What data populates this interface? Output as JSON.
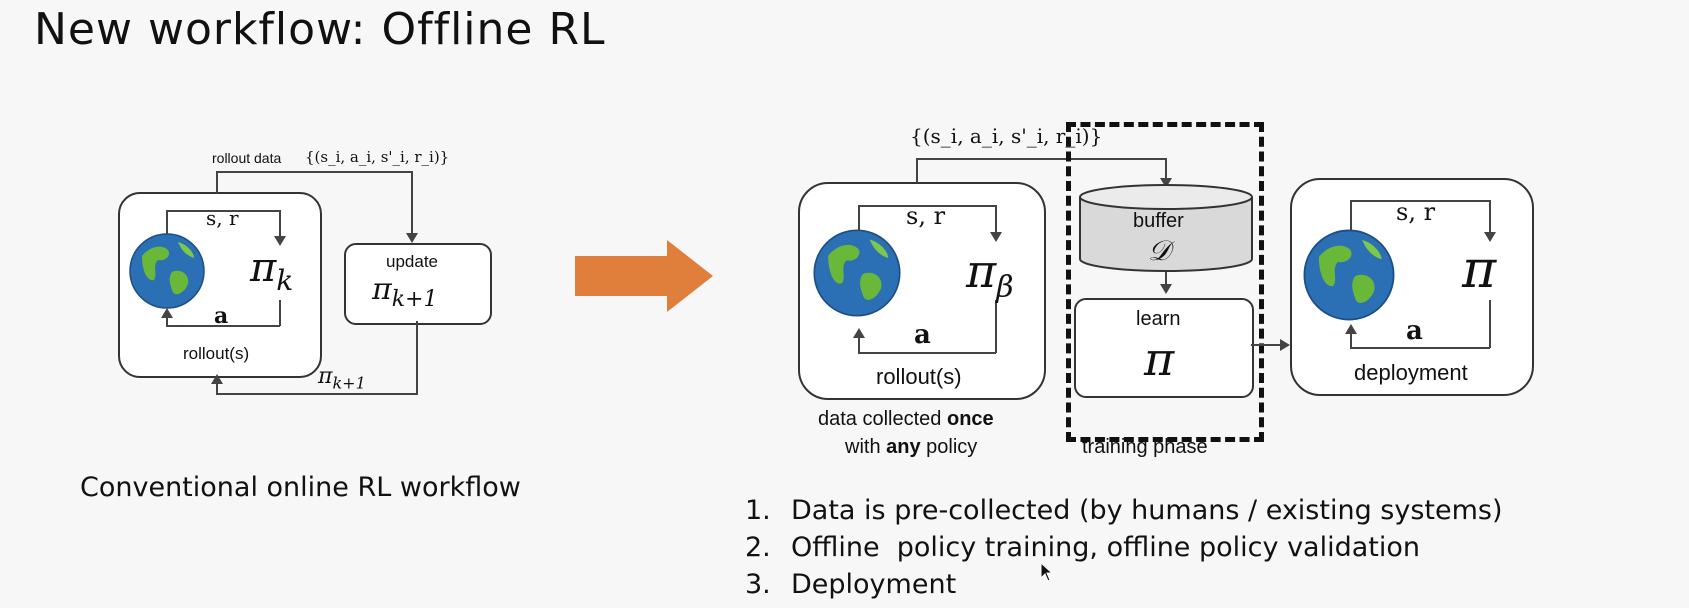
{
  "slide": {
    "title": "New workflow: Offline RL"
  },
  "left_diagram": {
    "rollout_data_label": "rollout data",
    "rollout_data_set": "{(s_i, a_i, s'_i, r_i)}",
    "state_reward": "s, r",
    "policy": "π",
    "policy_sub": "k",
    "action": "a",
    "rollout_label": "rollout(s)",
    "update_label": "update",
    "update_policy": "π",
    "update_policy_sub": "k+1",
    "feedback_policy": "π",
    "feedback_policy_sub": "k+1",
    "caption": "Conventional online RL workflow"
  },
  "right_diagram": {
    "data_set": "{(s_i, a_i, s'_i, r_i)}",
    "state_reward": "s, r",
    "behavior_policy": "π",
    "behavior_policy_sub": "β",
    "action": "a",
    "rollout_label": "rollout(s)",
    "collected_line1_pre": "data collected ",
    "collected_line1_bold": "once",
    "collected_line2_pre": "with ",
    "collected_line2_bold": "any",
    "collected_line2_post": " policy",
    "buffer_label": "buffer",
    "buffer_symbol": "𝒟",
    "learn_label": "learn",
    "learn_policy": "π",
    "training_phase_label": "training phase",
    "deploy_state_reward": "s, r",
    "deploy_policy": "π",
    "deploy_action": "a",
    "deployment_label": "deployment"
  },
  "steps": [
    {
      "num": "1.",
      "text": "Data is pre-collected (by humans / existing systems)"
    },
    {
      "num": "2.",
      "text": "Offline  policy training, offline policy validation"
    },
    {
      "num": "3.",
      "text": "Deployment"
    }
  ],
  "colors": {
    "arrow": "#e07e3c",
    "buffer_fill": "#d9d9d9",
    "ocean": "#2b6fb5",
    "land": "#6ab83a"
  }
}
